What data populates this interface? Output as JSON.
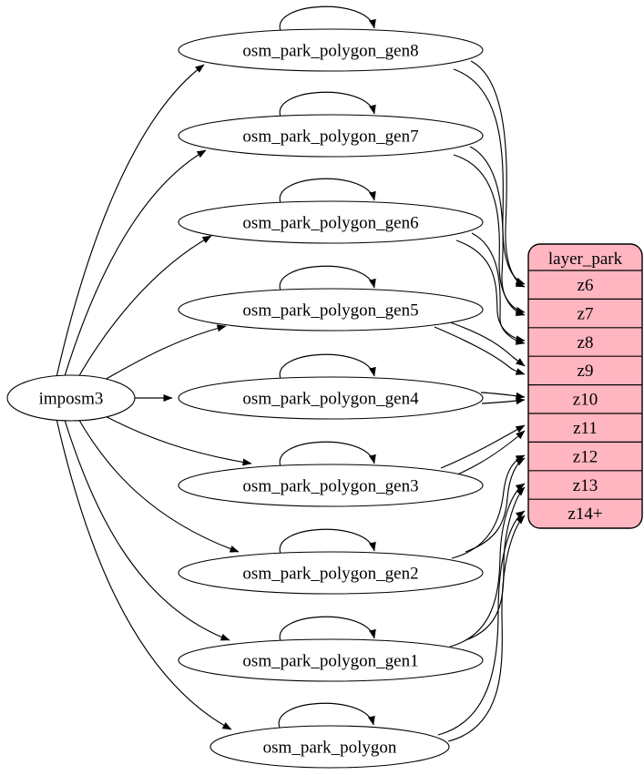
{
  "diagram": {
    "type": "etl-dependency-graph",
    "source": {
      "label": "imposm3"
    },
    "tables": [
      {
        "label": "osm_park_polygon_gen8",
        "feeds": "z6"
      },
      {
        "label": "osm_park_polygon_gen7",
        "feeds": "z7"
      },
      {
        "label": "osm_park_polygon_gen6",
        "feeds": "z8"
      },
      {
        "label": "osm_park_polygon_gen5",
        "feeds": "z9"
      },
      {
        "label": "osm_park_polygon_gen4",
        "feeds": "z10"
      },
      {
        "label": "osm_park_polygon_gen3",
        "feeds": "z11"
      },
      {
        "label": "osm_park_polygon_gen2",
        "feeds": "z12"
      },
      {
        "label": "osm_park_polygon_gen1",
        "feeds": "z13"
      },
      {
        "label": "osm_park_polygon",
        "feeds": "z14+"
      }
    ],
    "layer": {
      "title": "layer_park",
      "rows": [
        "z6",
        "z7",
        "z8",
        "z9",
        "z10",
        "z11",
        "z12",
        "z13",
        "z14+"
      ]
    },
    "colors": {
      "layer_fill": "#ffb6c1",
      "node_fill": "#ffffff",
      "stroke": "#000000",
      "background": "#ffffff"
    }
  }
}
